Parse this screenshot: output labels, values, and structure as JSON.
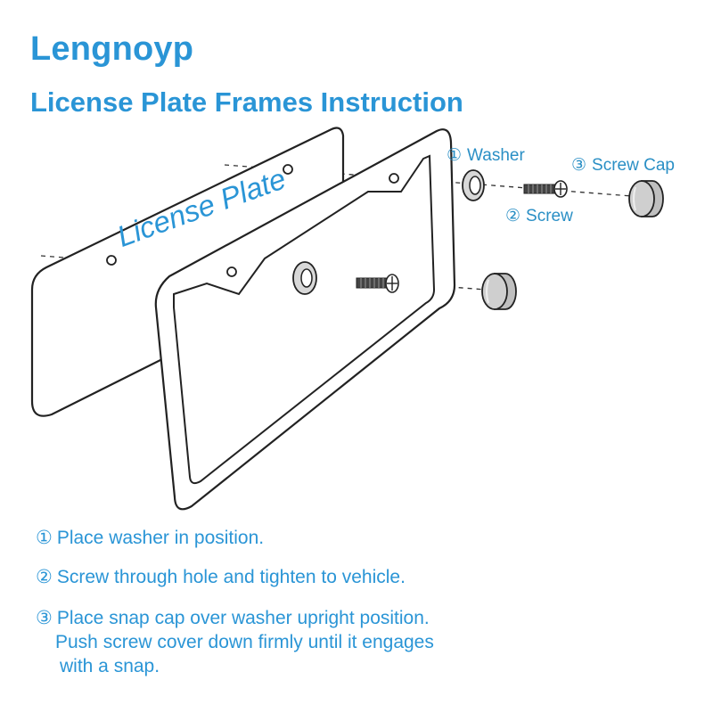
{
  "header": {
    "brand": "Lengnoyp",
    "title": "License Plate Frames Instruction"
  },
  "diagram": {
    "plate_text": "License Plate",
    "parts": [
      {
        "num": "①",
        "label": "Washer"
      },
      {
        "num": "②",
        "label": "Screw"
      },
      {
        "num": "③",
        "label": "Screw Cap"
      }
    ],
    "colors": {
      "accent": "#2a95d6",
      "line": "#222222"
    }
  },
  "steps": [
    {
      "num": "①",
      "lines": [
        "Place washer in position."
      ]
    },
    {
      "num": "②",
      "lines": [
        "Screw through hole and tighten to vehicle."
      ]
    },
    {
      "num": "③",
      "lines": [
        "Place snap cap over washer upright position.",
        "Push screw cover down firmly until it engages",
        "with a snap."
      ]
    }
  ]
}
